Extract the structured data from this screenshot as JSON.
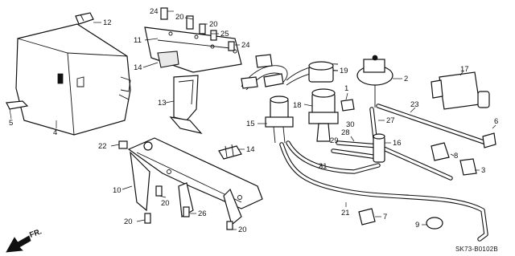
{
  "diagram": {
    "part_numbers": [
      "1",
      "2",
      "3",
      "4",
      "5",
      "6",
      "7",
      "8",
      "9",
      "10",
      "11",
      "12",
      "13",
      "14",
      "14",
      "15",
      "16",
      "17",
      "18",
      "19",
      "20",
      "20",
      "20",
      "20",
      "20",
      "21",
      "22",
      "23",
      "24",
      "24",
      "25",
      "26",
      "27",
      "28",
      "29",
      "30",
      "31"
    ],
    "direction_label": "FR.",
    "drawing_code": "SK73-B0102B"
  }
}
